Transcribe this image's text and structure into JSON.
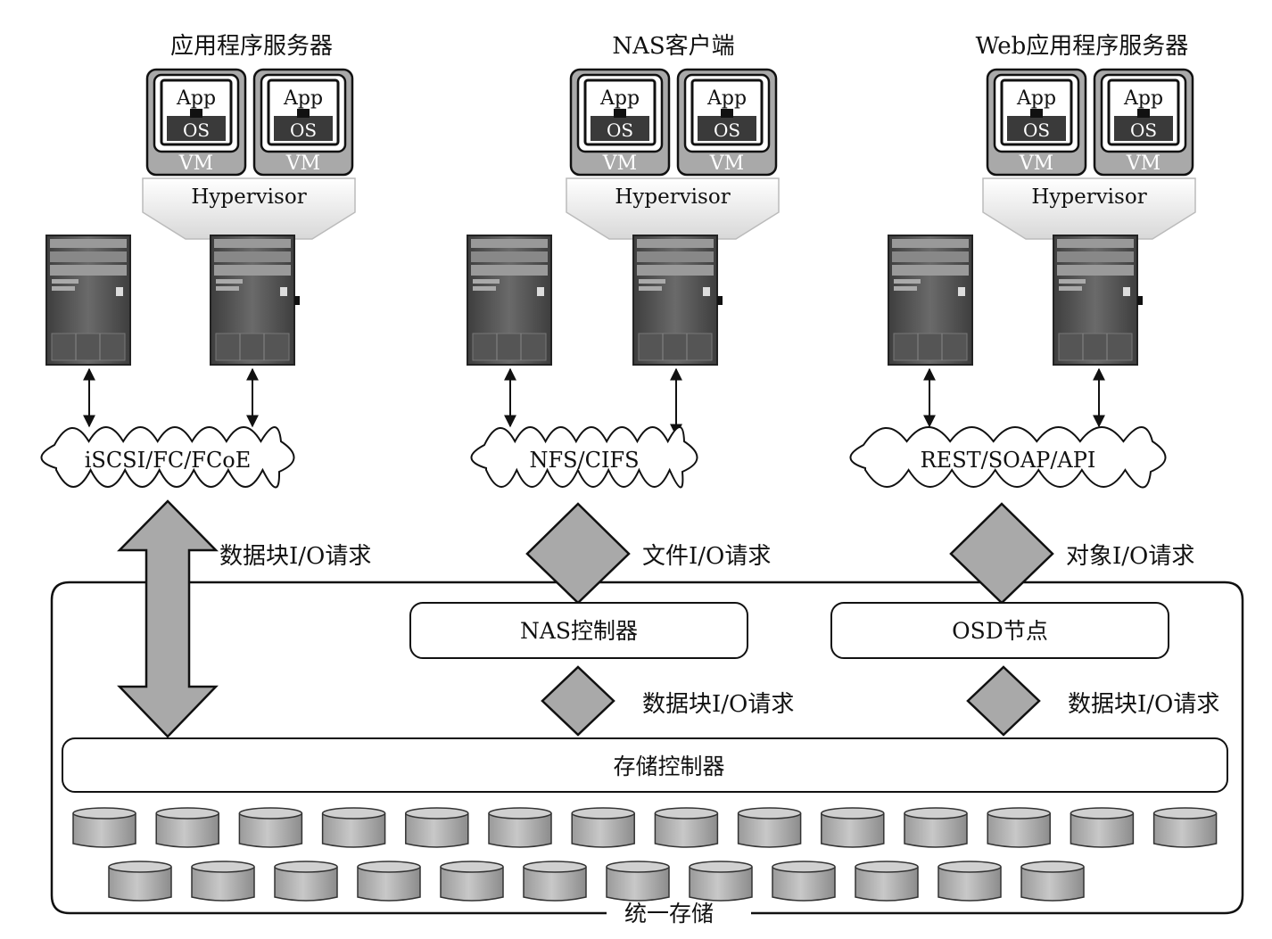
{
  "groups": [
    {
      "title": "应用程序服务器",
      "hypervisor": "Hypervisor",
      "vms": [
        {
          "app": "App",
          "os": "OS",
          "vm": "VM"
        },
        {
          "app": "App",
          "os": "OS",
          "vm": "VM"
        }
      ],
      "protocol": "iSCSI/FC/FCoE",
      "request": "数据块I/O请求"
    },
    {
      "title": "NAS客户端",
      "hypervisor": "Hypervisor",
      "vms": [
        {
          "app": "App",
          "os": "OS",
          "vm": "VM"
        },
        {
          "app": "App",
          "os": "OS",
          "vm": "VM"
        }
      ],
      "protocol": "NFS/CIFS",
      "request": "文件I/O请求",
      "controller": "NAS控制器",
      "sub_request": "数据块I/O请求"
    },
    {
      "title": "Web应用程序服务器",
      "hypervisor": "Hypervisor",
      "vms": [
        {
          "app": "App",
          "os": "OS",
          "vm": "VM"
        },
        {
          "app": "App",
          "os": "OS",
          "vm": "VM"
        }
      ],
      "protocol": "REST/SOAP/API",
      "request": "对象I/O请求",
      "controller": "OSD节点",
      "sub_request": "数据块I/O请求"
    }
  ],
  "storage": {
    "controller": "存储控制器",
    "label": "统一存储",
    "disk_rows": [
      14,
      12
    ]
  },
  "colors": {
    "gray": "#a9a9a9",
    "dark": "#3a3a3a",
    "server": "#5a5a5a"
  }
}
